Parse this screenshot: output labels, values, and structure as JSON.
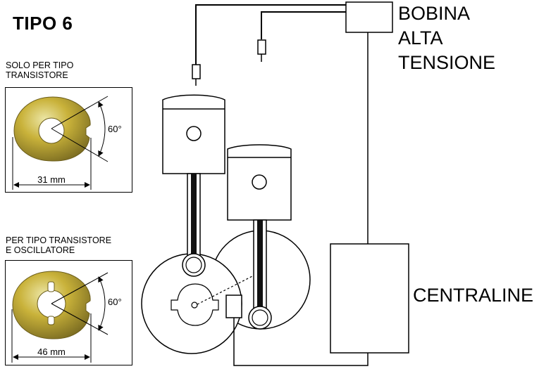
{
  "title": "TIPO 6",
  "panel_top": {
    "caption_line1": "SOLO PER TIPO",
    "caption_line2": "TRANSISTORE",
    "angle_label": "60°",
    "width_label": "31 mm"
  },
  "panel_bottom": {
    "caption_line1": "PER TIPO TRANSISTORE",
    "caption_line2": "E OSCILLATORE",
    "angle_label": "60°",
    "width_label": "46 mm"
  },
  "labels": {
    "coil_line1": "BOBINA",
    "coil_line2": "ALTA",
    "coil_line3": "TENSIONE",
    "ecu": "CENTRALINE"
  },
  "colors": {
    "rotor_metal": "#c9b23a",
    "rotor_shadow": "#8a7a26",
    "rotor_highlight": "#ece6a6"
  }
}
